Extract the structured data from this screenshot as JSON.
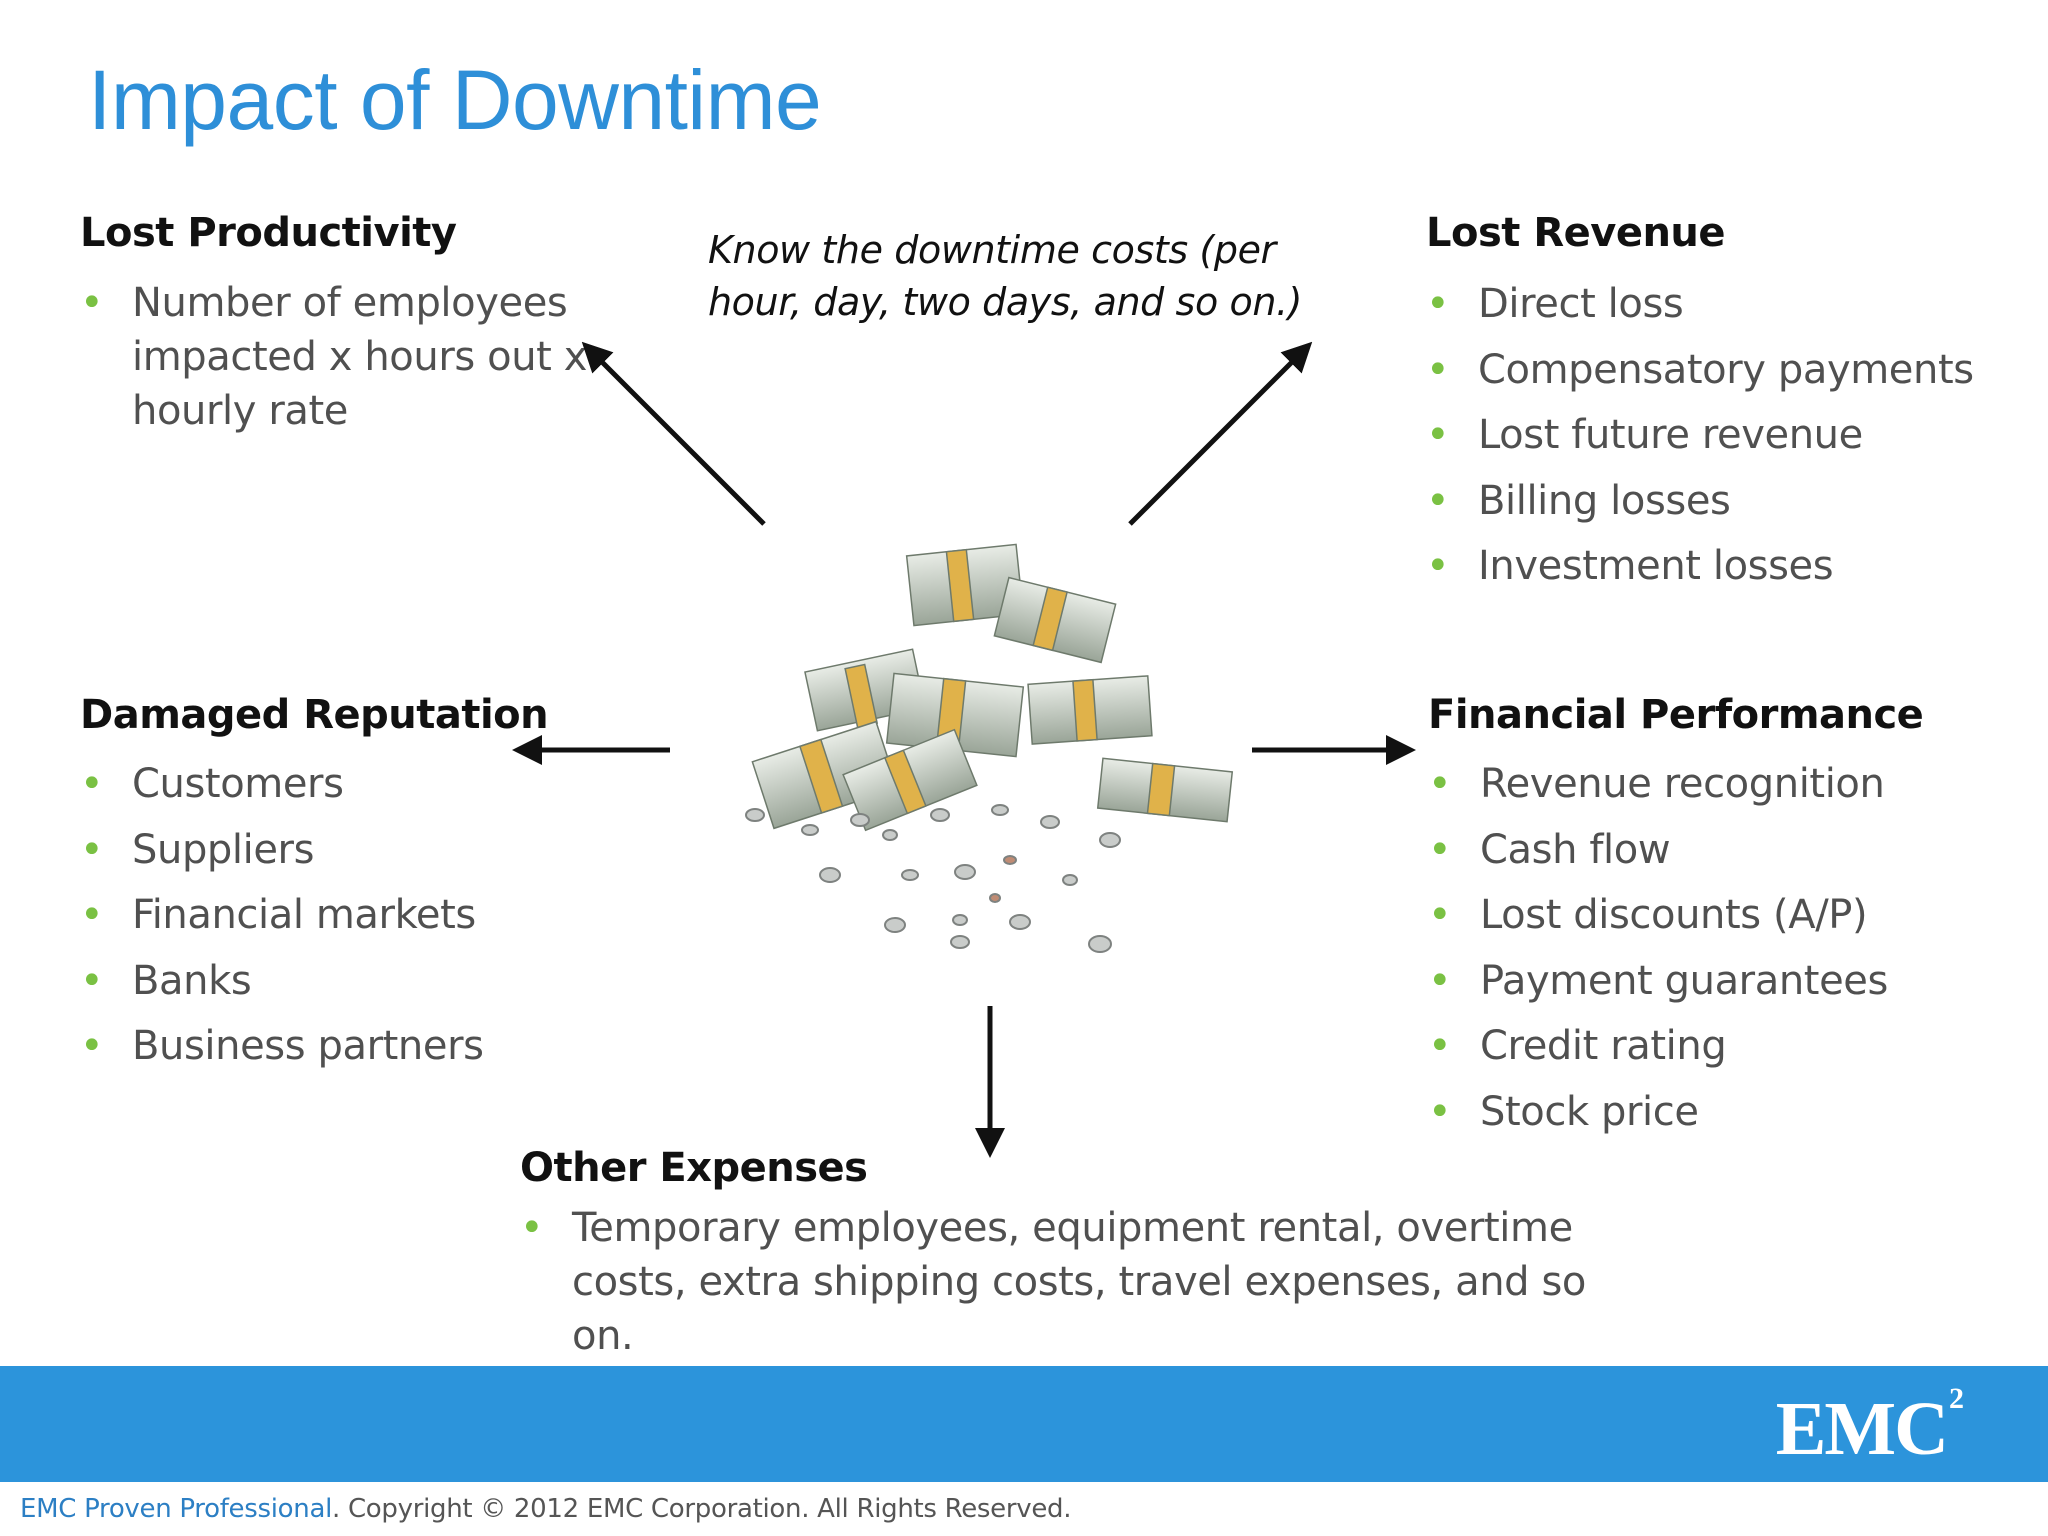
{
  "title": "Impact of Downtime",
  "callout": "Know the downtime costs (per hour, day, two days, and so on.)",
  "lost_productivity": {
    "heading": "Lost Productivity",
    "items": [
      "Number of employees impacted x hours out x hourly rate"
    ]
  },
  "lost_revenue": {
    "heading": "Lost Revenue",
    "items": [
      "Direct loss",
      "Compensatory payments",
      "Lost future revenue",
      "Billing losses",
      "Investment losses"
    ]
  },
  "damaged_reputation": {
    "heading": "Damaged Reputation",
    "items": [
      "Customers",
      "Suppliers",
      "Financial markets",
      "Banks",
      "Business partners"
    ]
  },
  "financial_performance": {
    "heading": "Financial Performance",
    "items": [
      "Revenue recognition",
      "Cash flow",
      "Lost discounts (A/P)",
      "Payment guarantees",
      "Credit rating",
      "Stock price"
    ]
  },
  "other_expenses": {
    "heading": "Other Expenses",
    "items": [
      "Temporary employees, equipment rental, overtime costs, extra shipping costs, travel expenses, and so on."
    ]
  },
  "footer": {
    "brand": "EMC Proven Professional",
    "copyright": ". Copyright © 2012 EMC Corporation. All Rights Reserved.",
    "logo": "EMC",
    "logo_sup": "2"
  },
  "colors": {
    "title": "#2e8fd8",
    "bullet": "#7ac143",
    "footer_band": "#2c94db"
  },
  "icons": {
    "bullet": "bullet-icon",
    "arrow": "arrow-icon",
    "money": "money-pile-icon"
  }
}
